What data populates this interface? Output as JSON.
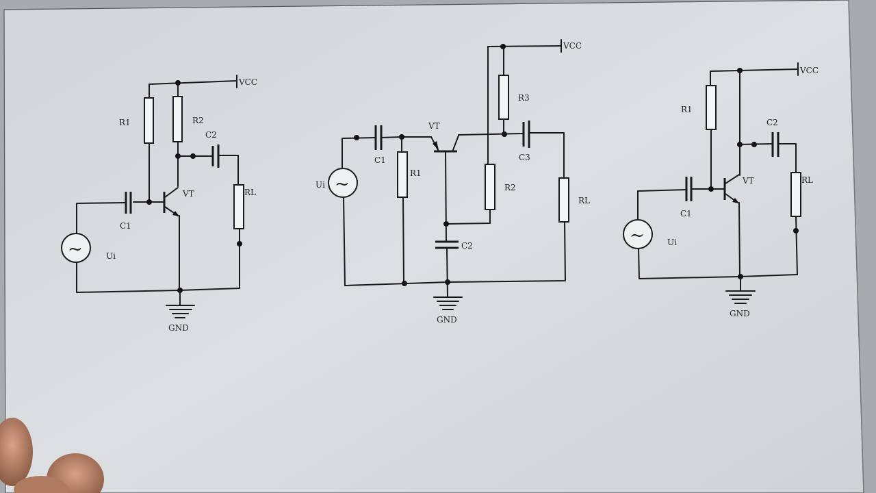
{
  "circuits": [
    {
      "id": "left",
      "labels": {
        "vcc": "VCC",
        "r1": "R1",
        "r2": "R2",
        "c2": "C2",
        "rl": "RL",
        "vt": "VT",
        "c1": "C1",
        "ui": "Ui",
        "gnd": "GND"
      }
    },
    {
      "id": "middle",
      "labels": {
        "vcc": "VCC",
        "r3": "R3",
        "vt": "VT",
        "c1": "C1",
        "r1": "R1",
        "c3": "C3",
        "ui": "Ui",
        "r2": "R2",
        "rl": "RL",
        "c2": "C2",
        "gnd": "GND"
      }
    },
    {
      "id": "right",
      "labels": {
        "vcc": "VCC",
        "r1": "R1",
        "c2": "C2",
        "vt": "VT",
        "rl": "RL",
        "c1": "C1",
        "ui": "Ui",
        "gnd": "GND"
      }
    }
  ],
  "colors": {
    "paper": "#d6d9dd",
    "ink": "#1a1a1a",
    "hand": "#c98f73"
  },
  "icons": {
    "source_symbol": "~"
  }
}
